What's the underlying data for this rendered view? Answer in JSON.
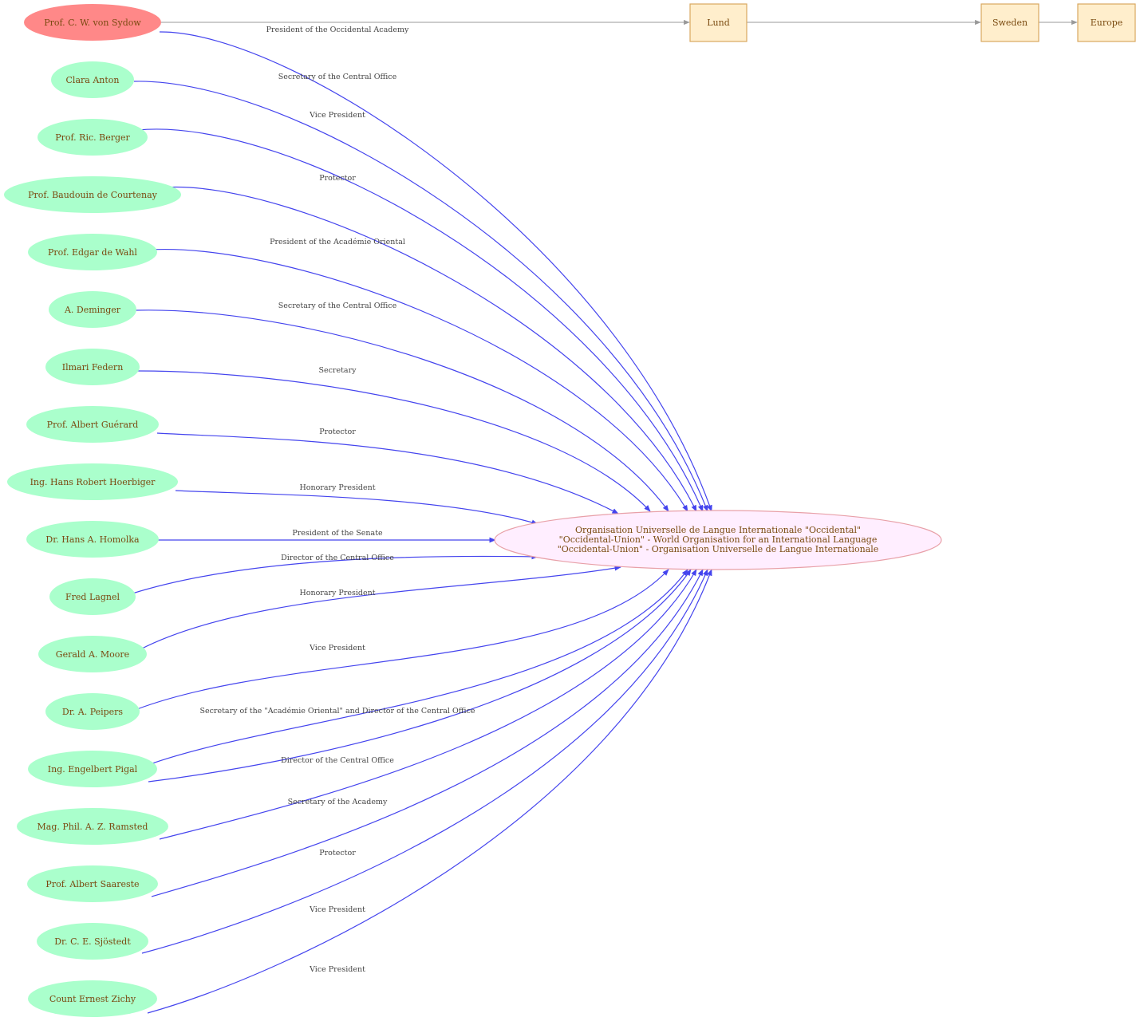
{
  "colors": {
    "person_fill": "#aaffcc",
    "highlight_fill": "#ff8888",
    "org_fill": "#ffeeff",
    "org_stroke": "#e8a0a8",
    "place_fill": "#ffeecc",
    "place_stroke": "#d8a860",
    "edge_role": "#4444ee",
    "edge_location": "#999999",
    "text": "#7a4a10"
  },
  "organisation": {
    "lines": [
      "Organisation Universelle de Langue Internationale \"Occidental\"",
      "\"Occidental-Union\" - World Organisation for an International Language",
      "\"Occidental-Union\" - Organisation Universelle de Langue Internationale"
    ]
  },
  "locations": [
    {
      "id": "lund",
      "label": "Lund"
    },
    {
      "id": "sweden",
      "label": "Sweden"
    },
    {
      "id": "europe",
      "label": "Europe"
    }
  ],
  "people": [
    {
      "name": "Prof. C. W. von Sydow",
      "role": "President of the Occidental Academy",
      "highlight": true
    },
    {
      "name": "Clara Anton",
      "role": "Secretary of the Central Office"
    },
    {
      "name": "Prof. Ric. Berger",
      "role": "Vice President"
    },
    {
      "name": "Prof. Baudouin de Courtenay",
      "role": "Protector"
    },
    {
      "name": "Prof. Edgar de Wahl",
      "role": "President of the Académie Oriental"
    },
    {
      "name": "A. Deminger",
      "role": "Secretary of the Central Office"
    },
    {
      "name": "Ilmari Federn",
      "role": "Secretary"
    },
    {
      "name": "Prof. Albert Guérard",
      "role": "Protector"
    },
    {
      "name": "Ing. Hans Robert Hoerbiger",
      "role": "Honorary President"
    },
    {
      "name": "Dr. Hans A. Homolka",
      "role": "President of the Senate"
    },
    {
      "name": "Fred Lagnel",
      "role": "Director of the Central Office"
    },
    {
      "name": "Gerald A. Moore",
      "role": "Honorary President"
    },
    {
      "name": "Dr. A. Peipers",
      "role": "Vice President"
    },
    {
      "name": "Ing. Engelbert Pigal",
      "role": "Secretary of the \"Académie Oriental\" and Director of the Central Office"
    },
    {
      "name": "Ing. Engelbert Pigal",
      "role": "Director of the Central Office",
      "edge_only": true
    },
    {
      "name": "Mag. Phil. A. Z. Ramsted",
      "role": "Secretary of the Academy"
    },
    {
      "name": "Prof. Albert Saareste",
      "role": "Protector"
    },
    {
      "name": "Dr. C. E. Sjöstedt",
      "role": "Vice President"
    },
    {
      "name": "Count  Ernest Zichy",
      "role": "Vice President"
    }
  ]
}
